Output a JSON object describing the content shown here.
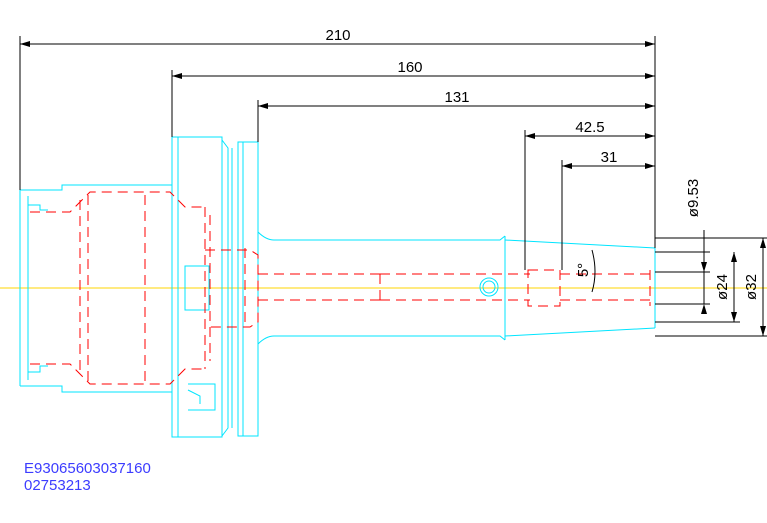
{
  "dimensions": {
    "overall_length": "210",
    "flange_length": "160",
    "body_length": "131",
    "taper_length": "42.5",
    "bore_depth": "31",
    "taper_angle": "5°",
    "dia_small": "ø9.53",
    "dia_mid": "ø24",
    "dia_large": "ø32"
  },
  "part_codes": {
    "line1": "E93065603037160",
    "line2": "02753213"
  },
  "colors": {
    "outline": "#00e5ff",
    "hidden": "#ff0000",
    "centerline": "#ffd400",
    "dimension": "#000000",
    "code_text": "#3c3cff"
  }
}
